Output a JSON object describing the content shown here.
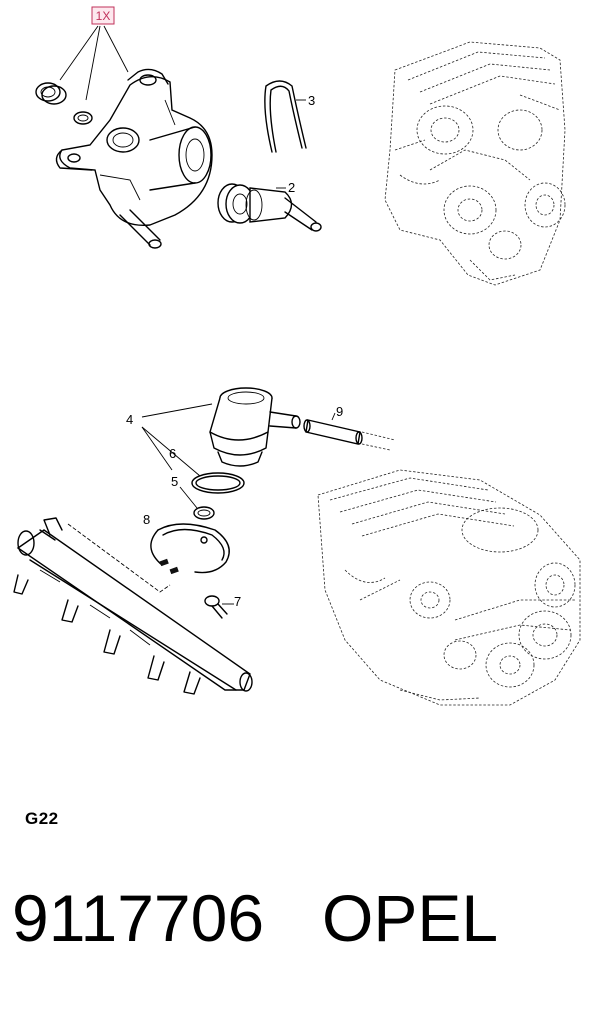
{
  "diagram": {
    "quantity_badge": "1X",
    "callouts": {
      "c2": "2",
      "c3": "3",
      "c4": "4",
      "c5": "5",
      "c6": "6",
      "c7": "7",
      "c8": "8",
      "c9": "9"
    }
  },
  "engine_code": "G22",
  "footer": {
    "part_number": "9117706",
    "brand": "OPEL"
  }
}
